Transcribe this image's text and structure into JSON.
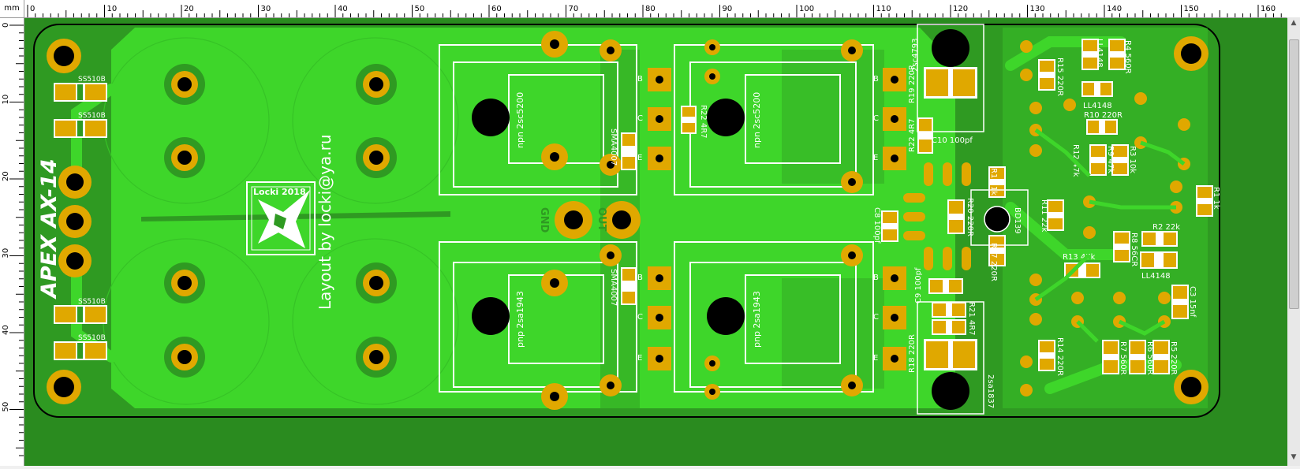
{
  "ruler": {
    "unit": "mm",
    "x_ticks": [
      "0",
      "10",
      "20",
      "30",
      "40",
      "50",
      "60",
      "70",
      "80",
      "90",
      "100",
      "110",
      "120",
      "130",
      "140",
      "150",
      "160"
    ],
    "y_ticks": [
      "0",
      "10",
      "20",
      "30",
      "40",
      "50"
    ]
  },
  "board": {
    "title": "APEX AX-14",
    "layout_credit": "Layout by locki@ya.ru",
    "logo_text": "Locki 2018",
    "gnd_label": "GND",
    "out_label": "OUT",
    "transistor_labels": [
      "npn 2sc5200",
      "npn 2sc5200",
      "pnp 2sa1943",
      "pnp 2sa1943"
    ],
    "pin_letters": [
      "B",
      "C",
      "E"
    ],
    "components": [
      "SS510B",
      "SS510B",
      "SS510B",
      "SS510B",
      "SMA4007",
      "SMA4007",
      "R22 4R7",
      "R22 4R7",
      "R19 220R",
      "R18 220R",
      "2sc4793",
      "2sa1837",
      "C10 100pf",
      "C8 100pf",
      "C9 100pf",
      "R16 1k",
      "R20 220R",
      "R17 220R",
      "R21 4R7",
      "BD139",
      "R11 22k",
      "R15 220R",
      "R14 220R",
      "LL4148",
      "LL4148",
      "LL4148",
      "R4 560R",
      "R10 220R",
      "R9 47k",
      "R3 10k",
      "R12 47k",
      "R1 1k",
      "R2 22k",
      "R8 56CR",
      "R13 47k",
      "C3 15nf",
      "R7 560R",
      "R6 560R",
      "R5 220R"
    ]
  },
  "colors": {
    "board_bg": "#2a8b1f",
    "copper": "#3ed62a",
    "pad": "#e0a800",
    "silk": "#ffffff",
    "outline": "#000000"
  }
}
